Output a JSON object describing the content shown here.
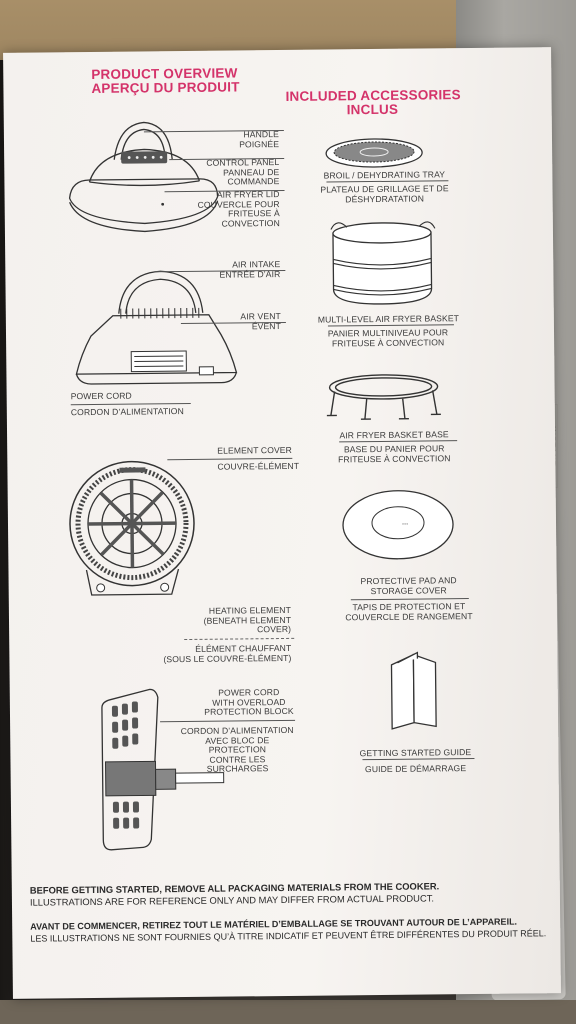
{
  "overview": {
    "heading_en": "PRODUCT OVERVIEW",
    "heading_fr": "APERÇU DU PRODUIT",
    "labels": {
      "handle": [
        "HANDLE",
        "POIGNÉE"
      ],
      "control_panel": [
        "CONTROL PANEL",
        "PANNEAU DE",
        "COMMANDE"
      ],
      "lid": [
        "AIR FRYER LID",
        "COUVERCLE POUR",
        "FRITEUSE À",
        "CONVECTION"
      ],
      "air_intake": [
        "AIR INTAKE",
        "ENTRÉE D’AIR"
      ],
      "air_vent": [
        "AIR VENT",
        "ÉVENT"
      ],
      "power_cord": [
        "POWER CORD",
        "CORDON D’ALIMENTATION"
      ],
      "element_cover": [
        "ELEMENT COVER",
        "COUVRE-ÉLÉMENT"
      ],
      "heating_element": [
        "HEATING ELEMENT",
        "(BENEATH ELEMENT",
        "COVER)"
      ],
      "heating_element_fr": [
        "ÉLÉMENT CHAUFFANT",
        "(SOUS LE COUVRE-ÉLÉMENT)"
      ],
      "overload_cord": [
        "POWER CORD",
        "WITH OVERLOAD",
        "PROTECTION BLOCK"
      ],
      "overload_cord_fr": [
        "CORDON D’ALIMENTATION",
        "AVEC BLOC DE",
        "PROTECTION",
        "CONTRE LES",
        "SURCHARGES"
      ]
    }
  },
  "accessories": {
    "heading_en": "INCLUDED ACCESSORIES",
    "heading_fr": "INCLUS",
    "items": {
      "broil_tray": [
        "BROIL / DEHYDRATING TRAY",
        "PLATEAU DE GRILLAGE ET DE",
        "DÉSHYDRATATION"
      ],
      "basket": [
        "MULTI-LEVEL AIR FRYER BASKET",
        "PANIER MULTINIVEAU POUR",
        "FRITEUSE À CONVECTION"
      ],
      "basket_base": [
        "AIR FRYER BASKET BASE",
        "BASE DU PANIER POUR",
        "FRITEUSE À CONVECTION"
      ],
      "pad": [
        "PROTECTIVE PAD AND",
        "STORAGE COVER",
        "TAPIS DE PROTECTION ET",
        "COUVERCLE DE RANGEMENT"
      ],
      "guide": [
        "GETTING STARTED GUIDE",
        "GUIDE DE DÉMARRAGE"
      ]
    }
  },
  "footer": {
    "en_bold": "BEFORE GETTING STARTED, REMOVE ALL PACKAGING MATERIALS FROM THE COOKER.",
    "en_note": "ILLUSTRATIONS ARE FOR REFERENCE ONLY AND MAY DIFFER FROM ACTUAL PRODUCT.",
    "fr_bold": "AVANT DE COMMENCER, RETIREZ TOUT LE MATÉRIEL D’EMBALLAGE SE TROUVANT AUTOUR DE L’APPAREIL.",
    "fr_note": "LES ILLUSTRATIONS NE SONT FOURNIES QU’À TITRE INDICATIF ET PEUVENT ÊTRE DIFFÉRENTES DU PRODUIT RÉEL."
  },
  "colors": {
    "accent": "#d4336a",
    "ink": "#3b3b3b",
    "paper": "#f5f2ef"
  },
  "icons": [
    "air-fryer-lid-icon",
    "lid-underside-icon",
    "element-cover-icon",
    "power-cord-block-icon",
    "broil-tray-icon",
    "basket-icon",
    "basket-base-icon",
    "storage-cover-icon",
    "guide-booklet-icon"
  ]
}
